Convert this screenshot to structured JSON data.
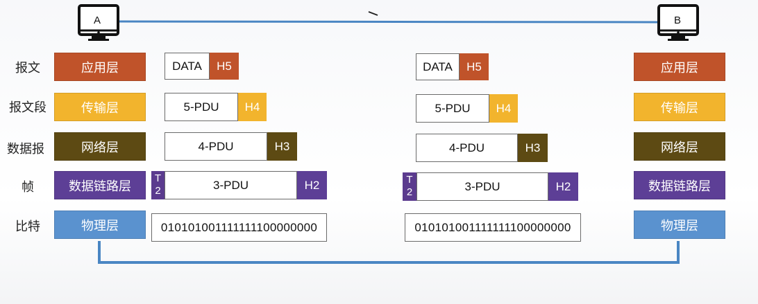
{
  "colors": {
    "application": "#c0532a",
    "transport": "#f2b42d",
    "network": "#5d4a13",
    "datalink": "#5d3f96",
    "physical": "#5a92cf",
    "link_line": "#4a86c3"
  },
  "hosts": {
    "a": {
      "icon": "computer-icon",
      "label": "A"
    },
    "b": {
      "icon": "computer-icon",
      "label": "B"
    }
  },
  "row_labels": [
    "报文",
    "报文段",
    "数据报",
    "帧",
    "比特"
  ],
  "layers": [
    "应用层",
    "传输层",
    "网络层",
    "数据链路层",
    "物理层"
  ],
  "pdus": {
    "data": "DATA",
    "h5": "H5",
    "pdu5": "5-PDU",
    "h4": "H4",
    "pdu4": "4-PDU",
    "h3": "H3",
    "pdu3": "3-PDU",
    "h2": "H2",
    "t2_t": "T",
    "t2_2": "2",
    "bits": "010101001111111100000000"
  }
}
